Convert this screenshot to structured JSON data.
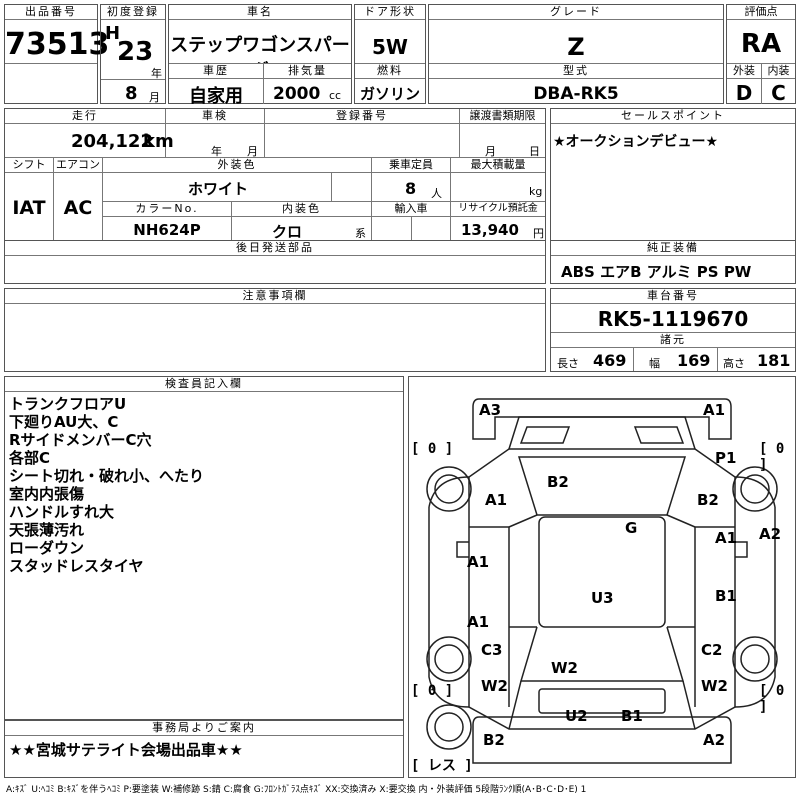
{
  "header": {
    "lot_label": "出品番号",
    "lot_number": "73513",
    "first_reg_label": "初度登録",
    "era": "H",
    "year": "23",
    "year_unit": "年",
    "month": "8",
    "month_unit": "月",
    "car_name_label": "車名",
    "car_name": "ステップワゴンスパーダ",
    "history_label": "車歴",
    "history": "自家用",
    "displacement_label": "排気量",
    "displacement": "2000",
    "displacement_unit": "cc",
    "door_label": "ドア形状",
    "door": "5W",
    "fuel_label": "燃料",
    "fuel": "ガソリン",
    "grade_label": "グレード",
    "grade": "Z",
    "model_label": "型式",
    "model": "DBA-RK5",
    "score_label": "評価点",
    "score": "RA",
    "exterior_label": "外装",
    "exterior": "D",
    "interior_label": "内装",
    "interior": "C"
  },
  "row2": {
    "mileage_label": "走行",
    "mileage": "204,122",
    "mileage_unit": "km",
    "inspection_label": "車検",
    "inspection_year_unit": "年",
    "inspection_month_unit": "月",
    "reg_number_label": "登録番号",
    "transfer_label": "譲渡書類期限",
    "transfer_month_unit": "月",
    "transfer_day_unit": "日",
    "shift_label": "シフト",
    "shift": "IAT",
    "ac_label": "エアコン",
    "ac": "AC",
    "ext_color_label": "外装色",
    "ext_color": "ホワイト",
    "capacity_label": "乗車定員",
    "capacity": "8",
    "capacity_unit": "人",
    "max_load_label": "最大積載量",
    "max_load_unit": "kg",
    "color_no_label": "カラーNo.",
    "color_no": "NH624P",
    "int_color_label": "内装色",
    "int_color": "クロ",
    "int_color_unit": "系",
    "import_label": "輸入車",
    "recycle_label": "リサイクル預託金",
    "recycle": "13,940",
    "recycle_unit": "円",
    "later_parts_label": "後日発送部品",
    "sales_point_label": "セールスポイント",
    "sales_point": "★オークションデビュー★",
    "equipment_label": "純正装備",
    "equipment": "ABS エアB アルミ PS PW"
  },
  "notes": {
    "caution_label": "注意事項欄",
    "chassis_label": "車台番号",
    "chassis": "RK5-1119670",
    "specs_label": "諸元",
    "length_label": "長さ",
    "length": "469",
    "width_label": "幅",
    "width": "169",
    "height_label": "高さ",
    "height": "181",
    "inspector_label": "検査員記入欄",
    "inspector_lines": [
      "トランクフロアU",
      "下廻りAU大、C",
      "RサイドメンバーC穴",
      "各部C",
      "シート切れ・破れ小、へたり",
      "室内内張傷",
      "ハンドルすれ大",
      "天張薄汚れ",
      "ローダウン",
      "スタッドレスタイヤ"
    ],
    "office_label": "事務局よりご案内",
    "office": "★★宮城サテライト会場出品車★★"
  },
  "diagram": {
    "marks": {
      "a3": "A3",
      "a1_tr": "A1",
      "p1": "P1",
      "b2_top": "B2",
      "a1_l1": "A1",
      "b2_r": "B2",
      "g": "G",
      "a1_l2": "A1",
      "a1_r": "A1",
      "a2_r": "A2",
      "u3": "U3",
      "a1_l3": "A1",
      "b1_r": "B1",
      "c3": "C3",
      "c2": "C2",
      "w2_c": "W2",
      "w2_l": "W2",
      "w2_r": "W2",
      "u2": "U2",
      "b1_b": "B1",
      "b2_bl": "B2",
      "a2_br": "A2"
    },
    "tire_tl": "[ 0 ]",
    "tire_tr": "[ 0 ]",
    "tire_bl": "[ 0 ]",
    "tire_br": "[ 0 ]",
    "spare": "[ レス ]"
  },
  "legend": "A:ｷｽﾞ U:ﾍｺﾐ B:ｷｽﾞを伴うﾍｺﾐ P:要塗装 W:補修跡 S:錆 C:腐食 G:ﾌﾛﾝﾄｶﾞﾗｽ点ｷｽﾞ XX:交換済み X:要交換 内・外装評価 5段階ﾗﾝｸ順(A･B･C･D･E) 1"
}
